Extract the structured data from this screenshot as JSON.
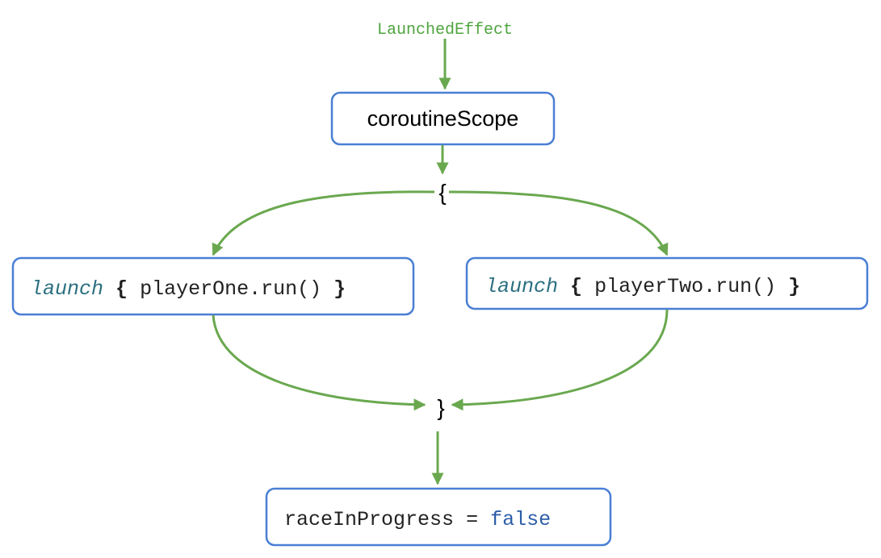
{
  "trigger_label": "LaunchedEffect",
  "scope_label": "coroutineScope",
  "open_brace": "{",
  "close_brace": "}",
  "launch_one": {
    "keyword": "launch",
    "open": "{",
    "body": "playerOne.run()",
    "close": "}"
  },
  "launch_two": {
    "keyword": "launch",
    "open": "{",
    "body": "playerTwo.run()",
    "close": "}"
  },
  "result": {
    "lhs": "raceInProgress",
    "op": "=",
    "value": "false"
  },
  "colors": {
    "box_border": "#4a7fd4",
    "arrow": "#6aa84f",
    "launch_keyword": "#2b6f80",
    "false_keyword": "#2c5da8",
    "trigger_text": "#4ea43e"
  }
}
